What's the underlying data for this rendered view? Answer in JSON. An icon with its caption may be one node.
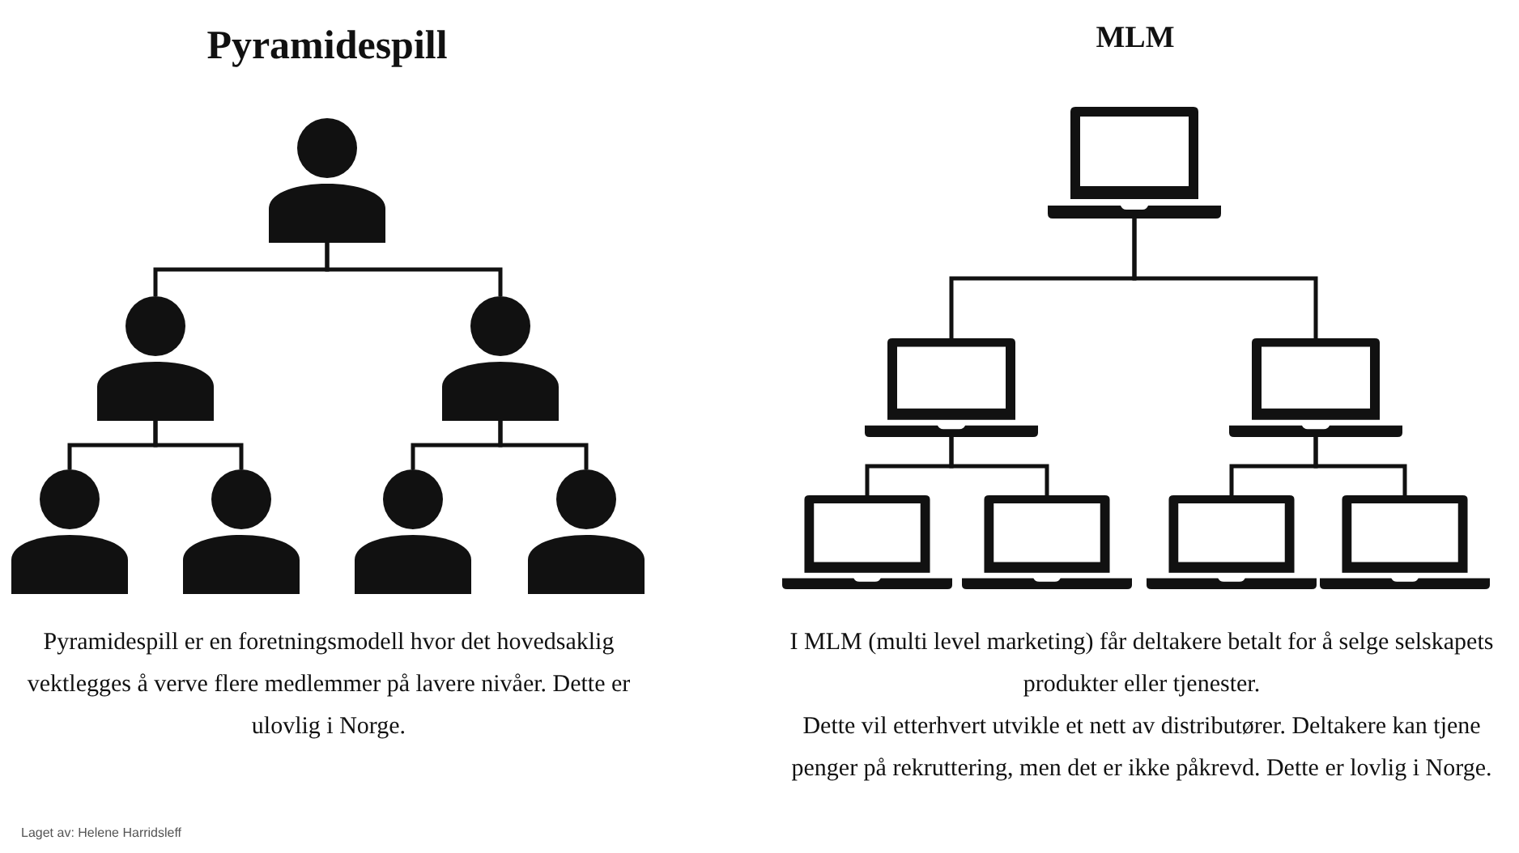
{
  "diagram": {
    "nodes": [
      {
        "text": [],
        "shape": "person"
      },
      {
        "text": [],
        "shape": "person"
      },
      {
        "text": [],
        "shape": "person"
      },
      {
        "text": [],
        "shape": "person"
      },
      {
        "text": [],
        "shape": "person"
      },
      {
        "text": [],
        "shape": "person"
      },
      {
        "text": [],
        "shape": "person"
      },
      {
        "text": [],
        "shape": "laptop"
      },
      {
        "text": [],
        "shape": "laptop"
      },
      {
        "text": [],
        "shape": "laptop"
      },
      {
        "text": [],
        "shape": "laptop"
      },
      {
        "text": [],
        "shape": "laptop"
      },
      {
        "text": [],
        "shape": "laptop"
      },
      {
        "text": [],
        "shape": "laptop"
      }
    ],
    "edges": [
      {
        "from": 0,
        "to": 1,
        "arrow": "none"
      },
      {
        "from": 0,
        "to": 2,
        "arrow": "none"
      },
      {
        "from": 1,
        "to": 3,
        "arrow": "none"
      },
      {
        "from": 1,
        "to": 4,
        "arrow": "none"
      },
      {
        "from": 2,
        "to": 5,
        "arrow": "none"
      },
      {
        "from": 2,
        "to": 6,
        "arrow": "none"
      },
      {
        "from": 7,
        "to": 8,
        "arrow": "none"
      },
      {
        "from": 7,
        "to": 9,
        "arrow": "none"
      },
      {
        "from": 8,
        "to": 10,
        "arrow": "none"
      },
      {
        "from": 8,
        "to": 11,
        "arrow": "none"
      },
      {
        "from": 9,
        "to": 12,
        "arrow": "none"
      },
      {
        "from": 9,
        "to": 13,
        "arrow": "none"
      }
    ],
    "labels": [
      "Pyramidespill",
      "MLM",
      "Pyramidespill er en foretningsmodell hvor det hovedsaklig vektlegges å verve flere medlemmer på lavere nivåer. Dette er ulovlig i Norge.",
      "I MLM (multi level marketing) får deltakere betalt for å selge selskapets produkter eller tjenester.",
      "Dette vil etterhvert utvikle et nett av distributører. Deltakere kan tjene penger på rekruttering, men det er ikke påkrevd. Dette er lovlig i Norge.",
      "Laget av: Helene Harridsleff"
    ]
  }
}
